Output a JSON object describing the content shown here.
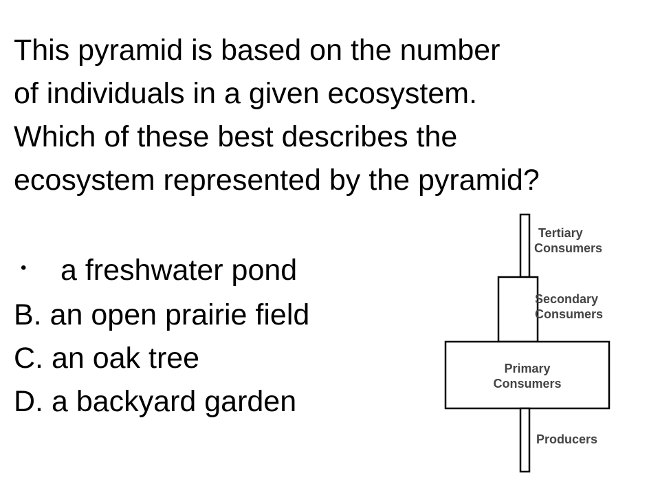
{
  "question": {
    "lines": [
      "This pyramid is based on the number",
      "of individuals in a given ecosystem.",
      "Which of these best describes the",
      "ecosystem represented by the pyramid?"
    ]
  },
  "options": [
    {
      "marker": "•",
      "text": "a freshwater pond"
    },
    {
      "marker": "B.",
      "text": "an open prairie field"
    },
    {
      "marker": "C.",
      "text": "an oak tree"
    },
    {
      "marker": "D.",
      "text": "a backyard garden"
    }
  ],
  "pyramid": {
    "levels": [
      {
        "label_lines": [
          "Tertiary",
          "Consumers"
        ]
      },
      {
        "label_lines": [
          "Secondary",
          "Consumers"
        ]
      },
      {
        "label_lines": [
          "Primary",
          "Consumers"
        ]
      },
      {
        "label_lines": [
          "Producers"
        ]
      }
    ]
  }
}
